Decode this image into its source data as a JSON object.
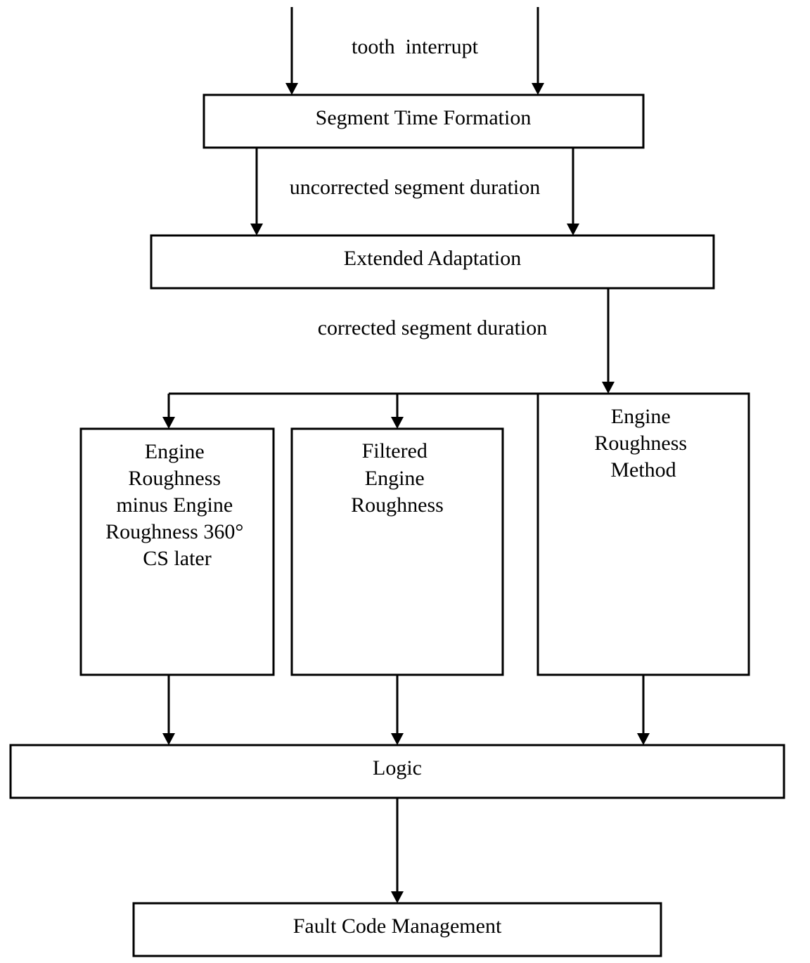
{
  "labels": {
    "tooth_interrupt": "tooth  interrupt",
    "uncorrected": "uncorrected segment duration",
    "corrected": "corrected segment duration"
  },
  "boxes": {
    "segment_time_formation": "Segment Time Formation",
    "extended_adaptation": "Extended Adaptation",
    "er_minus": [
      "Engine",
      "Roughness",
      "minus Engine",
      "Roughness 360°",
      "CS later"
    ],
    "filtered": [
      "Filtered",
      "Engine",
      "Roughness"
    ],
    "method": [
      "Engine",
      "Roughness",
      "Method"
    ],
    "logic": "Logic",
    "fault_code_management": "Fault Code Management"
  }
}
